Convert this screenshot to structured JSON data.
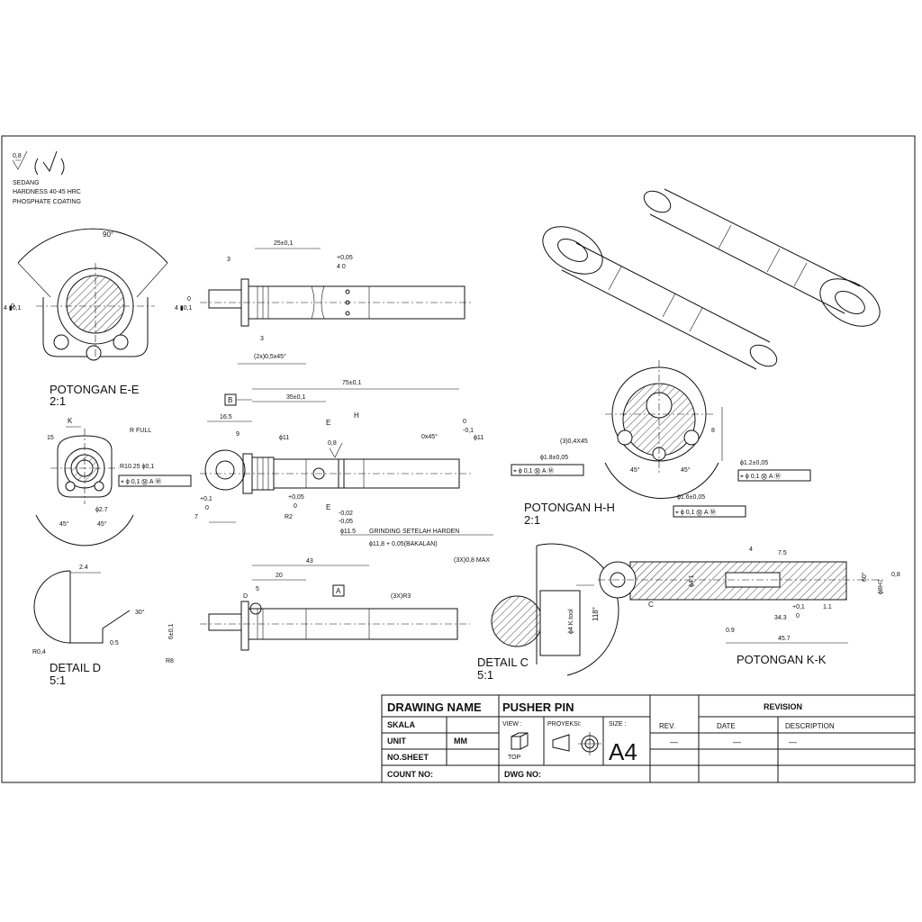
{
  "notes": {
    "roughness": "0,8",
    "lines": [
      "SEDANG",
      "HARDNESS 40-45 HRC",
      "PHOSPHATE COATING"
    ]
  },
  "views": {
    "ee": {
      "title": "POTONGAN E-E",
      "scale": "2:1",
      "angle": "90°",
      "tol_left": "0",
      "tol_left2": "4 ▮0,1",
      "tol_right": "0",
      "tol_right2": "4 ▮0,1"
    },
    "top_shaft": {
      "dim1": "3",
      "dim2": "25±0,1",
      "dim3": "+0,05",
      "dim4": "4  0",
      "dim5": "3",
      "chamfer": "(2x)0,5x45°"
    },
    "main": {
      "datum": "B",
      "d75": "75±0,1",
      "d35": "35±0,1",
      "d165": "16.5",
      "d9": "9",
      "phi11a": "ϕ11",
      "E1": "E",
      "H": "H",
      "r08": "0,8",
      "chamfer": "0x45°",
      "phi11b": "ϕ11",
      "tol_top1": "0",
      "tol_top2": "-0,1",
      "p01": "+0,1",
      "p0": "0",
      "d7": "7",
      "p005": "+0,05",
      "p0b": "0",
      "R2": "R2",
      "E2": "E",
      "m002": "-0,02",
      "m005": "-0,05",
      "phi115": "ϕ11.5",
      "grind": "GRINDING SETELAH HARDEN",
      "bakal": "ϕ11,8 + 0,05(BAKALAN)"
    },
    "k_view": {
      "K": "K",
      "rfull": "R FULL",
      "d15": "15",
      "r1025": "R10.25 ϕ0,1",
      "fcf": "⌖ ϕ 0,1 Ⓜ A Ⓜ",
      "phi27": "ϕ2.7",
      "a45a": "45°",
      "a45b": "45°"
    },
    "hh": {
      "title": "POTONGAN H-H",
      "scale": "2:1",
      "chamf": "(3)0,4X45",
      "phi18": "ϕ1.8±0,05",
      "fcf1": "⌖ ϕ 0,1 Ⓜ A Ⓜ",
      "a45a": "45°",
      "a45b": "45°",
      "d8": "8",
      "phi12": "ϕ1.2±0,05",
      "fcf2": "⌖ ϕ 0,1 Ⓜ A Ⓜ",
      "phi16": "ϕ1.6±0,05",
      "fcf3": "⌖ ϕ 0,1 Ⓜ A Ⓜ"
    },
    "detail_d": {
      "title": "DETAIL D",
      "scale": "5:1",
      "d24": "2.4",
      "a30": "30°",
      "r04": "R0,4",
      "d05": "0.5"
    },
    "bottom_shaft": {
      "d43": "43",
      "d20": "20",
      "d5": "5",
      "D": "D",
      "datumA": "A",
      "r3": "(3X)R3",
      "r8": "R8",
      "phi6": "6±0,1"
    },
    "detail_c": {
      "title": "DETAIL C",
      "scale": "5:1",
      "r08": "(3X)0,8 MAX",
      "a118": "118°",
      "ktool": "ϕ4 K.tool"
    },
    "kk": {
      "title": "POTONGAN K-K",
      "d453": "45.7",
      "d343": "34.3",
      "d09": "0.9",
      "d11": "1.1",
      "p01": "+0,1",
      "p0": "0",
      "phi8h7": "ϕ8H7",
      "a60": "60°",
      "r08": "0,8",
      "phi41": "ϕ4.1",
      "a4": "4",
      "a75": "7.5",
      "C": "C"
    }
  },
  "title_block": {
    "drawing_name_label": "DRAWING NAME",
    "drawing_name": "PUSHER PIN",
    "skala": "SKALA",
    "unit": "UNIT",
    "unit_value": "MM",
    "no_sheet": "NO.SHEET",
    "count_no": "COUNT NO:",
    "dwg_no": "DWG NO:",
    "view": "VIEW :",
    "view_value": "TOP",
    "proyeksi": "PROYEKSI:",
    "size": "SIZE :",
    "size_value": "A4",
    "revision": "REVISION",
    "rev": "REV.",
    "date": "DATE",
    "description": "DESCRIPTION",
    "dash1": "—",
    "dash2": "—",
    "dash3": "—"
  }
}
